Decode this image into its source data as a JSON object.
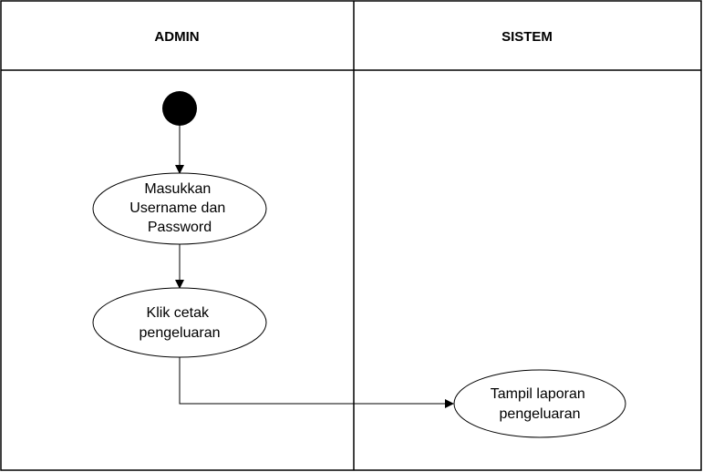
{
  "lanes": [
    {
      "title": "ADMIN"
    },
    {
      "title": "SISTEM"
    }
  ],
  "start": {
    "lane": "ADMIN"
  },
  "activities": [
    {
      "id": "login",
      "lane": "ADMIN",
      "lines": [
        "Masukkan",
        "Username dan",
        "Password"
      ]
    },
    {
      "id": "cetak",
      "lane": "ADMIN",
      "lines": [
        "Klik cetak",
        "pengeluaran"
      ]
    },
    {
      "id": "tampil",
      "lane": "SISTEM",
      "lines": [
        "Tampil laporan",
        "pengeluaran"
      ]
    }
  ],
  "flows": [
    {
      "from": "start",
      "to": "login"
    },
    {
      "from": "login",
      "to": "cetak"
    },
    {
      "from": "cetak",
      "to": "tampil"
    }
  ]
}
